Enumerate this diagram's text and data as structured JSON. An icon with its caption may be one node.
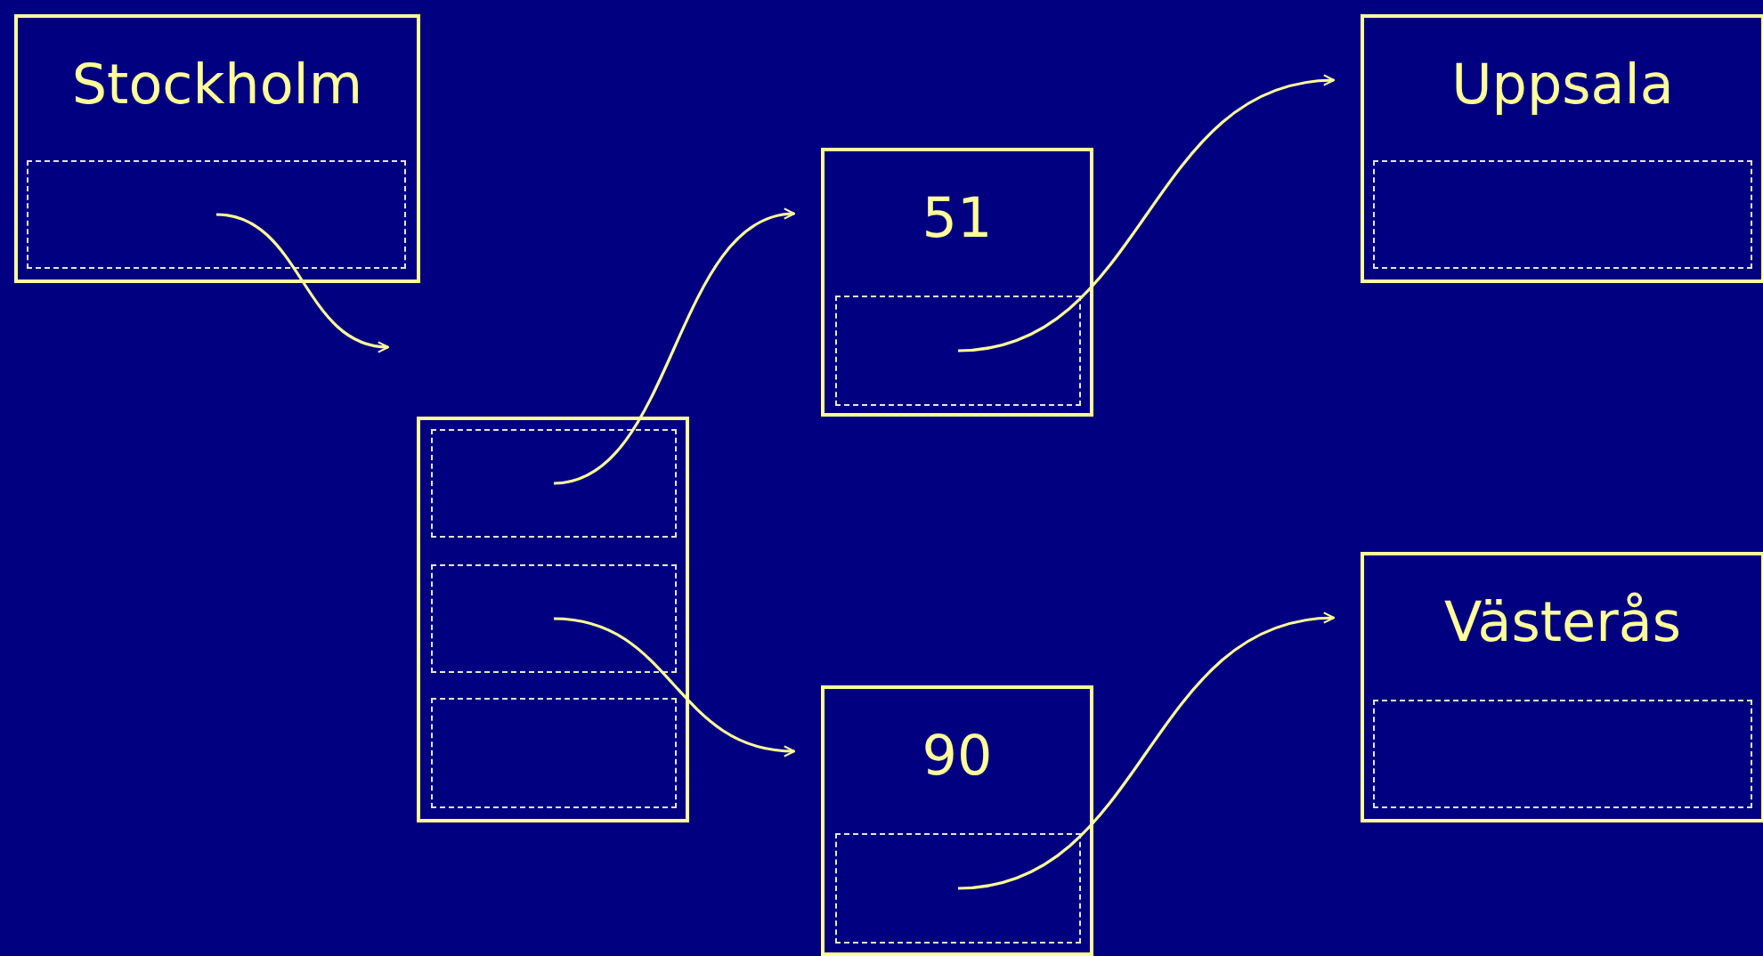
{
  "diagram": {
    "nodes": [
      {
        "text": [
          "Stockholm"
        ]
      },
      {
        "text": [],
        "shape": "box",
        "in": 0
      },
      {
        "text": [
          "51"
        ]
      },
      {
        "text": [],
        "shape": "box",
        "in": 2
      },
      {
        "text": [
          "Uppsala"
        ]
      },
      {
        "text": [],
        "shape": "box",
        "in": 4
      },
      {
        "text": [],
        "shape": "box"
      },
      {
        "text": [],
        "shape": "box",
        "in": 6
      },
      {
        "text": [],
        "shape": "box",
        "in": 6
      },
      {
        "text": [],
        "shape": "box",
        "in": 6
      },
      {
        "text": [
          "90"
        ]
      },
      {
        "text": [],
        "shape": "box",
        "in": 10
      },
      {
        "text": [
          "Västerås"
        ]
      },
      {
        "text": [],
        "shape": "box",
        "in": 12
      }
    ],
    "edges": [
      {
        "from": 1,
        "to": null,
        "arrow": "to"
      },
      {
        "from": 7,
        "to": 2,
        "arrow": "to"
      },
      {
        "from": 8,
        "to": 10,
        "arrow": "to"
      },
      {
        "from": 3,
        "to": 4,
        "arrow": "to"
      },
      {
        "from": 11,
        "to": 12,
        "arrow": "to"
      }
    ]
  }
}
